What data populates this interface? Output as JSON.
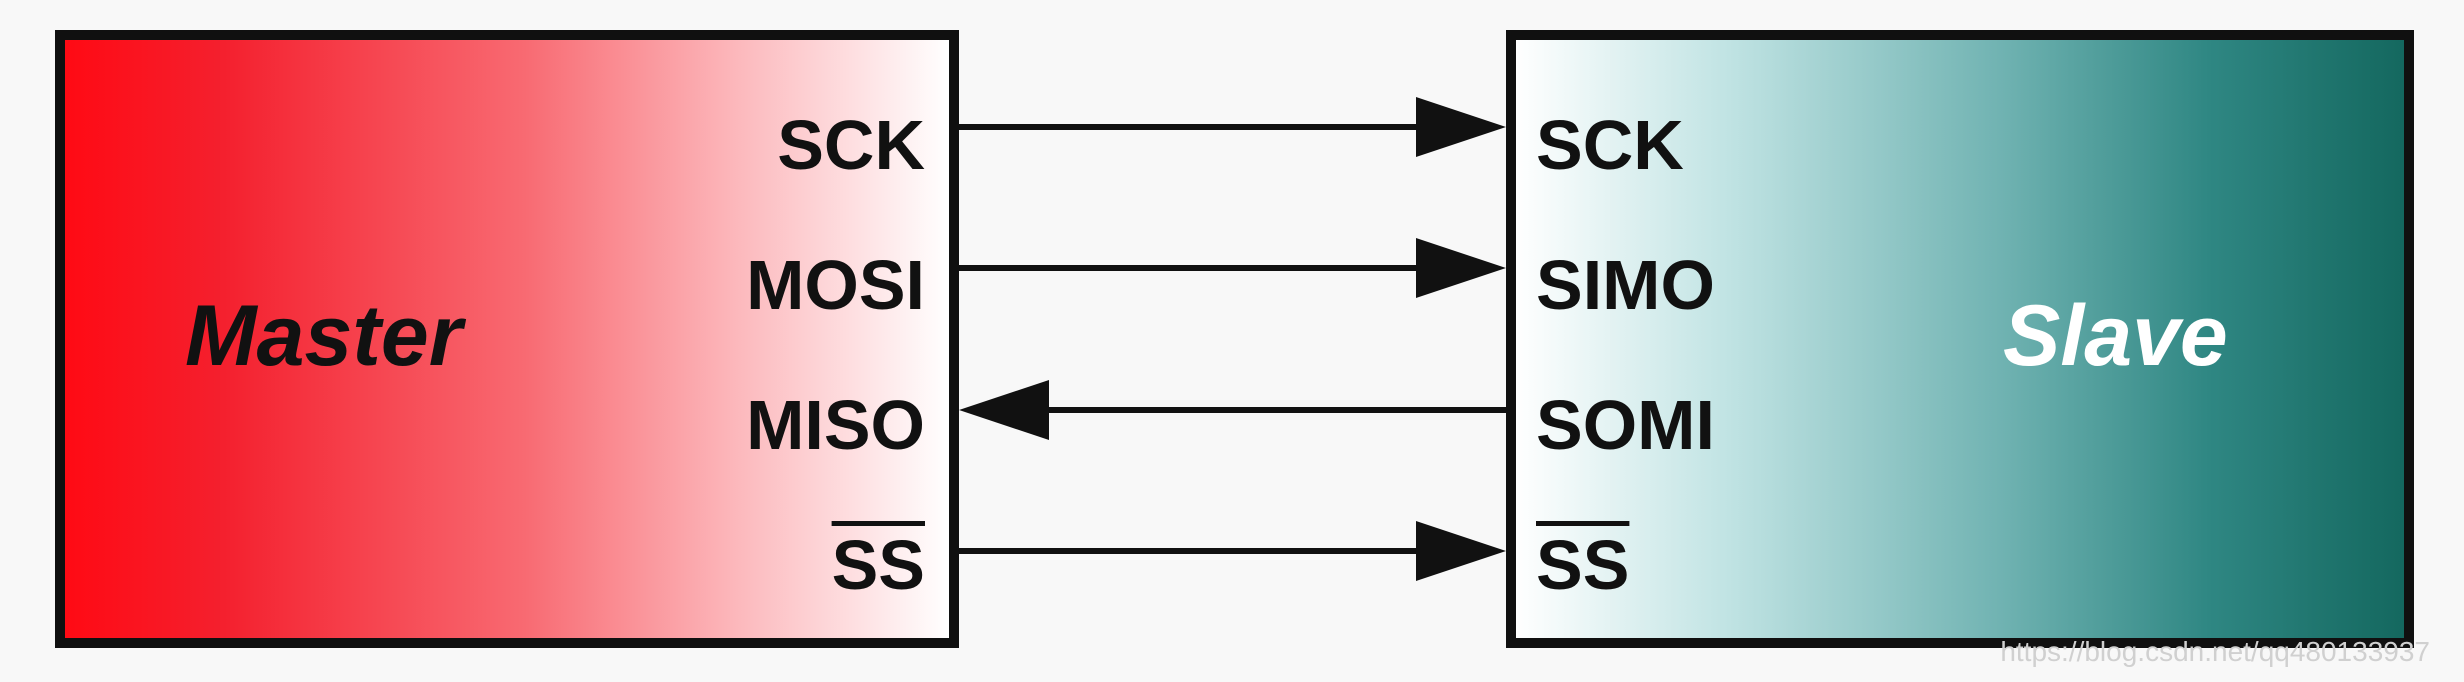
{
  "master": {
    "title": "Master",
    "pins": [
      "SCK",
      "MOSI",
      "MISO",
      "SS"
    ]
  },
  "slave": {
    "title": "Slave",
    "pins": [
      "SCK",
      "SIMO",
      "SOMI",
      "SS"
    ]
  },
  "connections": [
    {
      "from": "master.SCK",
      "to": "slave.SCK",
      "direction": "master-to-slave"
    },
    {
      "from": "master.MOSI",
      "to": "slave.SIMO",
      "direction": "master-to-slave"
    },
    {
      "from": "slave.SOMI",
      "to": "master.MISO",
      "direction": "slave-to-master"
    },
    {
      "from": "master.SS",
      "to": "slave.SS",
      "direction": "master-to-slave"
    }
  ],
  "watermark": "https://blog.csdn.net/qq480133937",
  "colors": {
    "master_fill_start": "#ff0a14",
    "master_fill_end": "#ffffff",
    "slave_fill_start": "#ffffff",
    "slave_fill_end": "#14685f",
    "line": "#111111"
  }
}
